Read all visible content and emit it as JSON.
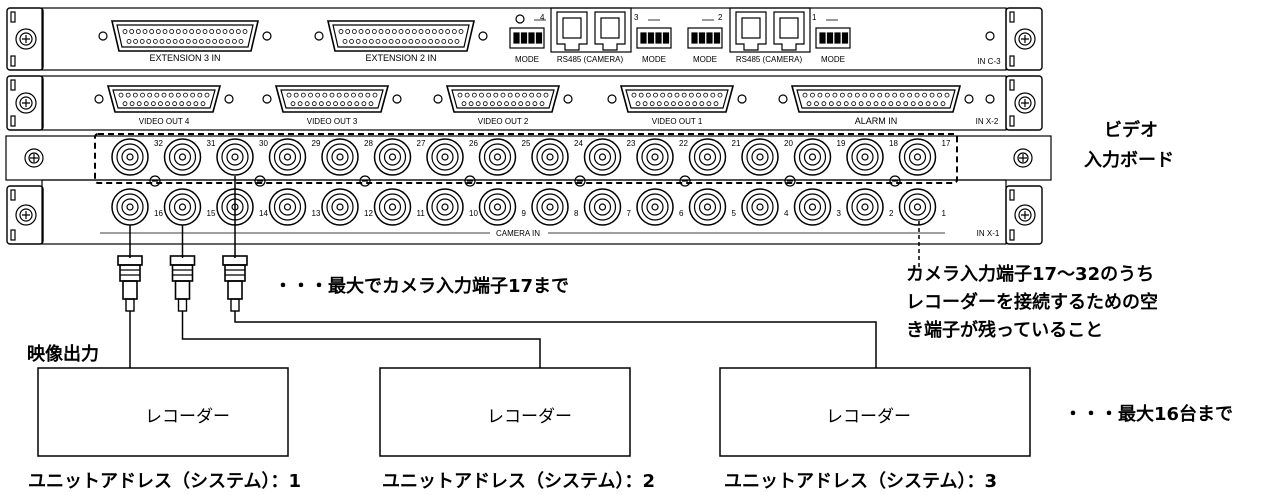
{
  "panel": {
    "row1": {
      "extension3": "EXTENSION 3 IN",
      "extension2": "EXTENSION 2 IN",
      "port_numbers": [
        "4",
        "3",
        "2",
        "1"
      ],
      "mode_label": "MODE",
      "rs485_label": "RS485 (CAMERA)",
      "unit_label": "IN C-3"
    },
    "row2": {
      "video_outs": [
        "VIDEO OUT 4",
        "VIDEO OUT 3",
        "VIDEO OUT 2",
        "VIDEO OUT 1"
      ],
      "alarm_in": "ALARM IN",
      "unit_label": "IN X-2"
    },
    "row3": {
      "top_numbers": [
        "32",
        "31",
        "30",
        "29",
        "28",
        "27",
        "26",
        "25",
        "24",
        "23",
        "22",
        "21",
        "20",
        "19",
        "18",
        "17"
      ],
      "bottom_numbers": [
        "16",
        "15",
        "14",
        "13",
        "12",
        "11",
        "10",
        "9",
        "8",
        "7",
        "6",
        "5",
        "4",
        "3",
        "2",
        "1"
      ],
      "camera_in": "CAMERA IN",
      "unit_label": "IN X-1"
    }
  },
  "labels": {
    "video_board": [
      "ビデオ",
      "入力ボード"
    ],
    "max_note": "・・・最大でカメラ入力端子17まで",
    "free_terminal_note": [
      "カメラ入力端子17〜32のうち",
      "レコーダーを接続するための空",
      "き端子が残っていること"
    ],
    "video_output": "映像出力",
    "max_units": "・・・最大16台まで"
  },
  "recorders": [
    {
      "label": "レコーダー",
      "address": "ユニットアドレス（システム）：1"
    },
    {
      "label": "レコーダー",
      "address": "ユニットアドレス（システム）：2"
    },
    {
      "label": "レコーダー",
      "address": "ユニットアドレス（システム）：3"
    }
  ]
}
